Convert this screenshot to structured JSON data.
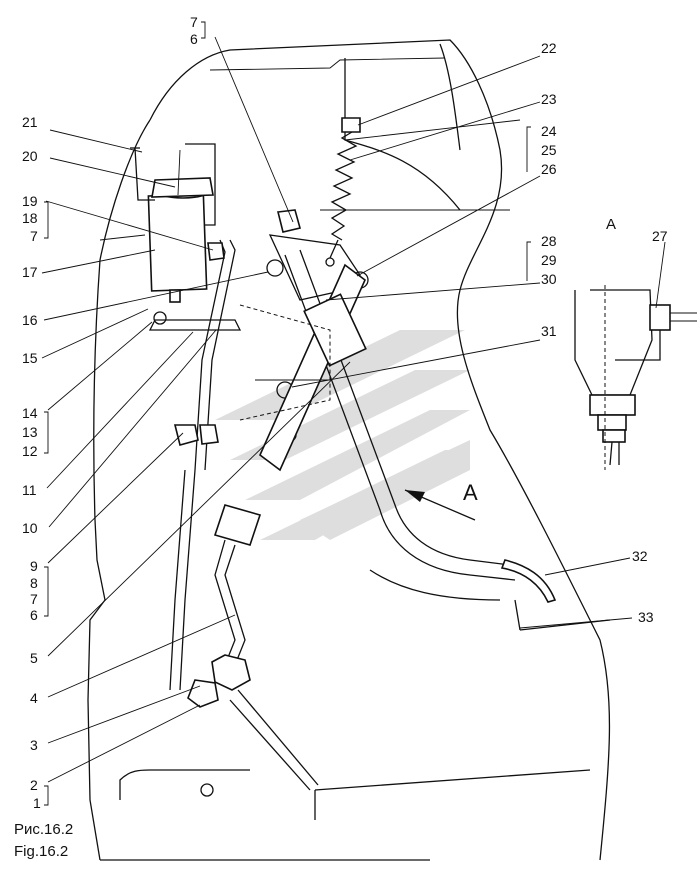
{
  "figure": {
    "caption_ru": "Рис.16.2",
    "caption_en": "Fig.16.2",
    "view_label": "A",
    "arrow_label": "A"
  },
  "callouts": {
    "c1": "1",
    "c2": "2",
    "c3": "3",
    "c4": "4",
    "c5": "5",
    "c6a": "6",
    "c7a": "7",
    "c8": "8",
    "c9": "9",
    "c10": "10",
    "c11": "11",
    "c12": "12",
    "c13": "13",
    "c14": "14",
    "c15": "15",
    "c16": "16",
    "c17": "17",
    "c7b": "7",
    "c18": "18",
    "c19": "19",
    "c20": "20",
    "c21": "21",
    "c7c": "7",
    "c6c": "6",
    "c22": "22",
    "c23": "23",
    "c24": "24",
    "c25": "25",
    "c26": "26",
    "c28": "28",
    "c29": "29",
    "c30": "30",
    "c31": "31",
    "c27": "27",
    "c32": "32",
    "c33": "33"
  }
}
